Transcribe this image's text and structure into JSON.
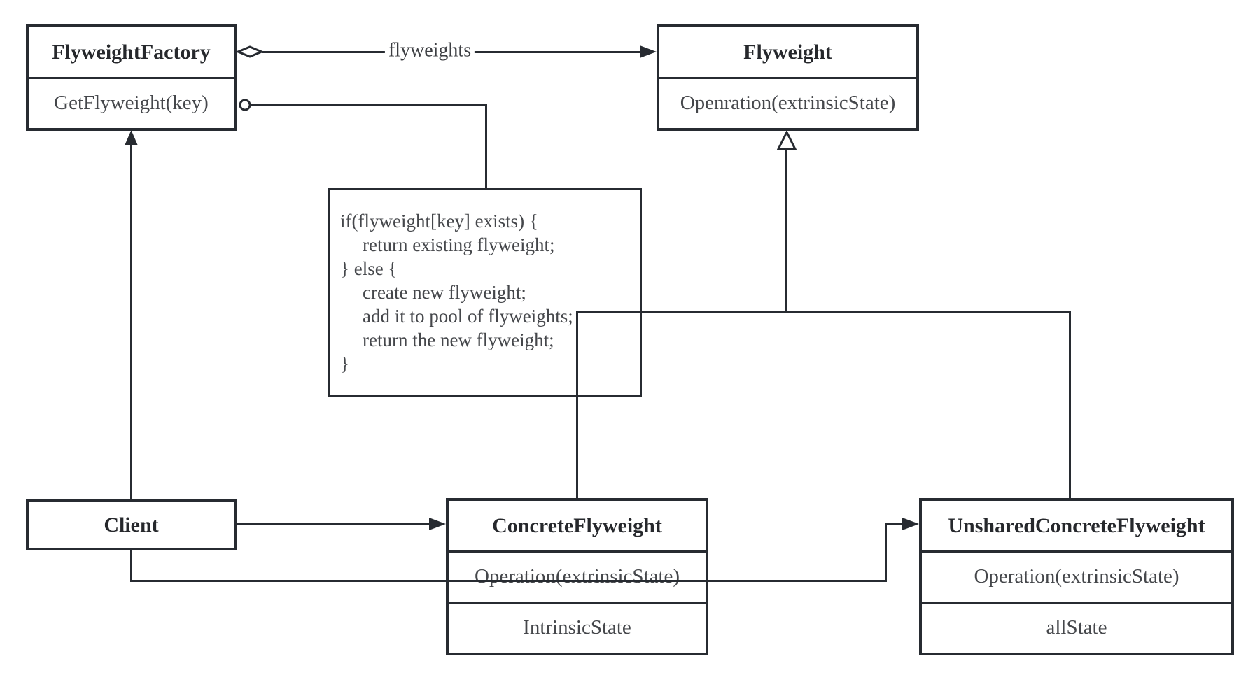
{
  "classes": {
    "flyweight_factory": {
      "name": "FlyweightFactory",
      "members": [
        "GetFlyweight(key)"
      ]
    },
    "flyweight": {
      "name": "Flyweight",
      "members": [
        "Openration(extrinsicState)"
      ]
    },
    "client": {
      "name": "Client",
      "members": []
    },
    "concrete_flyweight": {
      "name": "ConcreteFlyweight",
      "members": [
        "Operation(extrinsicState)",
        "IntrinsicState"
      ]
    },
    "unshared_concrete_flyweight": {
      "name": "UnsharedConcreteFlyweight",
      "members": [
        "Operation(extrinsicState)",
        "allState"
      ]
    }
  },
  "note": {
    "lines": [
      "if(flyweight[key] exists) {",
      "return existing flyweight;",
      "} else {",
      "create new flyweight;",
      "add it to pool of flyweights;",
      "return the new flyweight;",
      "}"
    ]
  },
  "relationships": {
    "aggregation_label": "flyweights"
  },
  "colors": {
    "stroke": "#272b31",
    "title_text": "#26282c",
    "body_text": "#45474b",
    "background": "#ffffff"
  }
}
